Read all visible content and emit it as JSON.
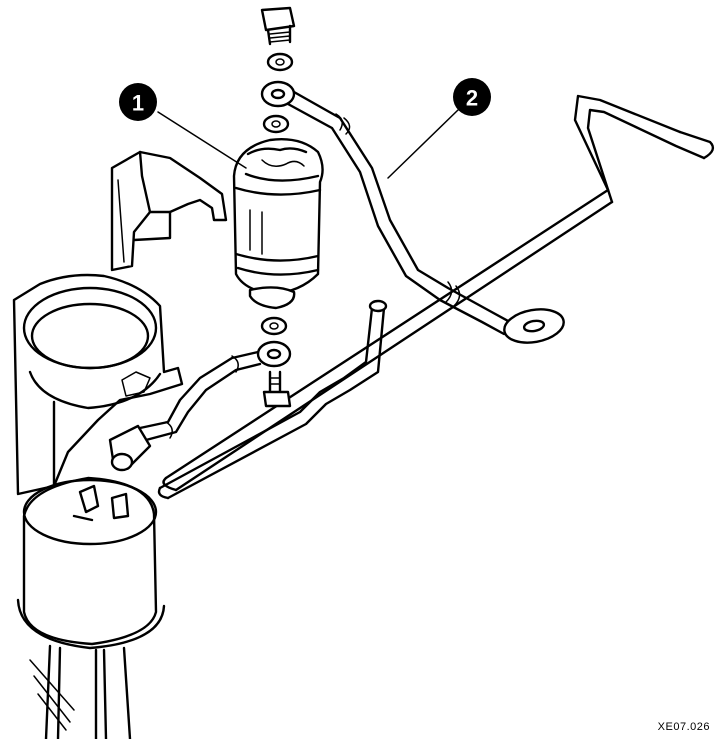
{
  "diagram": {
    "callouts": [
      {
        "number": "1",
        "part": "fuel-filter"
      },
      {
        "number": "2",
        "part": "fuel-line"
      }
    ],
    "reference_code": "XE07.026"
  },
  "colors": {
    "ink": "#000000",
    "paper": "#ffffff"
  }
}
